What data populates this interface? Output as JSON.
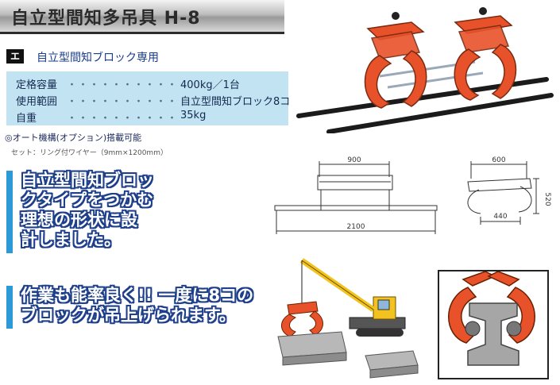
{
  "header": {
    "title": "自立型間知多吊具 H-8"
  },
  "subtitle": {
    "icon_label": "エ",
    "text": "自立型間知ブロック専用"
  },
  "specs": [
    {
      "label": "定格容量",
      "dots": "・・・・・・・・・・・・・・・・・・・・・・",
      "value": "400kg／1台"
    },
    {
      "label": "使用範囲",
      "dots": "・・・・・・・・・・・・・・・・・・・・・・",
      "value": "自立型間知ブロック8コ"
    },
    {
      "label": "自重",
      "dots": "・・・・・・・・・・・・・・・・・・・・・・",
      "value": "35kg"
    }
  ],
  "notes": {
    "option": "◎オート機構(オプション)搭載可能",
    "set": "セット：リング付ワイヤー（9mm×1200mm）"
  },
  "callouts": {
    "first": [
      "自立型間知ブロッ",
      "クタイプをつかむ",
      "理想の形状に設",
      "計しました。"
    ],
    "second": [
      "作業も能率良く!! 一度に8コの",
      "ブロックが吊上げられます。"
    ]
  },
  "dimensions": {
    "front_width": "900",
    "front_length": "2100",
    "side_width": "600",
    "side_height": "520",
    "side_inner": "440"
  },
  "colors": {
    "accent_blue": "#2c9ad6",
    "spec_bg": "#c2e4f2",
    "product_orange": "#e8522a"
  }
}
